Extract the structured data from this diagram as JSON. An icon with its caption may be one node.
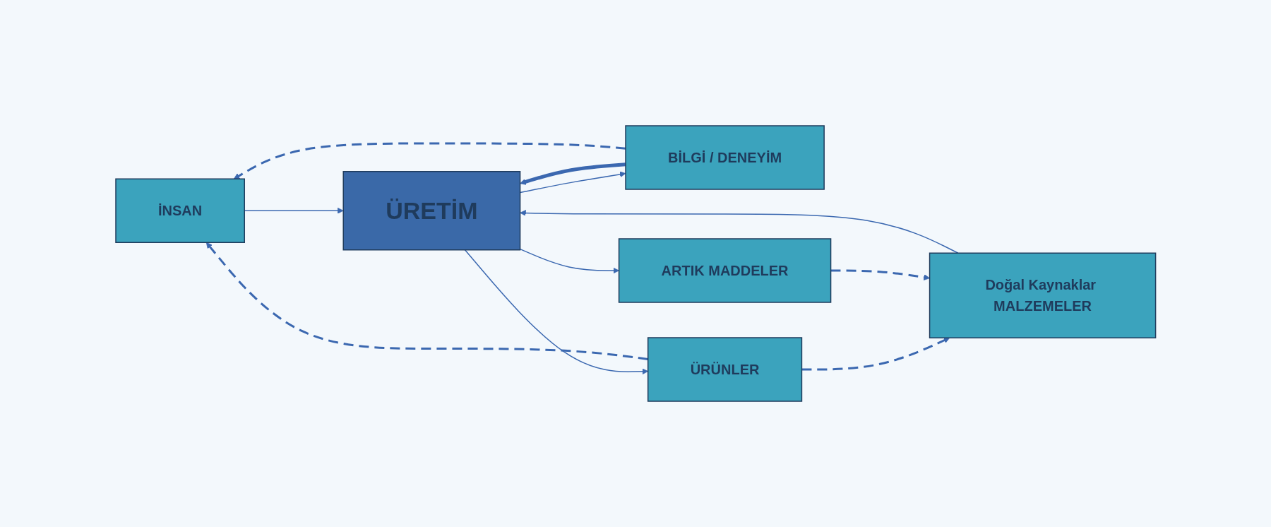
{
  "diagram": {
    "nodes": [
      {
        "text": [
          "İNSAN"
        ]
      },
      {
        "text": [
          "Doğal Kaynaklar MALZEMELER"
        ]
      },
      {
        "text": [
          "ÜRETİM"
        ]
      },
      {
        "text": [
          "BİLGİ / DENEYİM"
        ]
      },
      {
        "text": [
          "ÜRÜNLER"
        ]
      },
      {
        "text": [
          "ARTIK MADDELER"
        ]
      }
    ],
    "edges": [
      {
        "from": 0,
        "to": 2,
        "arrow": "to"
      },
      {
        "from": 1,
        "to": 2,
        "arrow": "to"
      },
      {
        "from": 2,
        "to": 3,
        "arrow": "to"
      },
      {
        "from": 2,
        "to": 4,
        "arrow": "to"
      },
      {
        "from": 2,
        "to": 5,
        "arrow": "to"
      },
      {
        "from": 3,
        "to": 2,
        "arrow": "to",
        "style": "thick"
      },
      {
        "from": 3,
        "to": 0,
        "arrow": "to",
        "style": "dashed"
      },
      {
        "from": 4,
        "to": 0,
        "arrow": "to",
        "style": "dashed"
      },
      {
        "from": 4,
        "to": 1,
        "arrow": "to",
        "style": "dashed"
      },
      {
        "from": 5,
        "to": 1,
        "arrow": "to",
        "style": "dashed"
      }
    ]
  }
}
